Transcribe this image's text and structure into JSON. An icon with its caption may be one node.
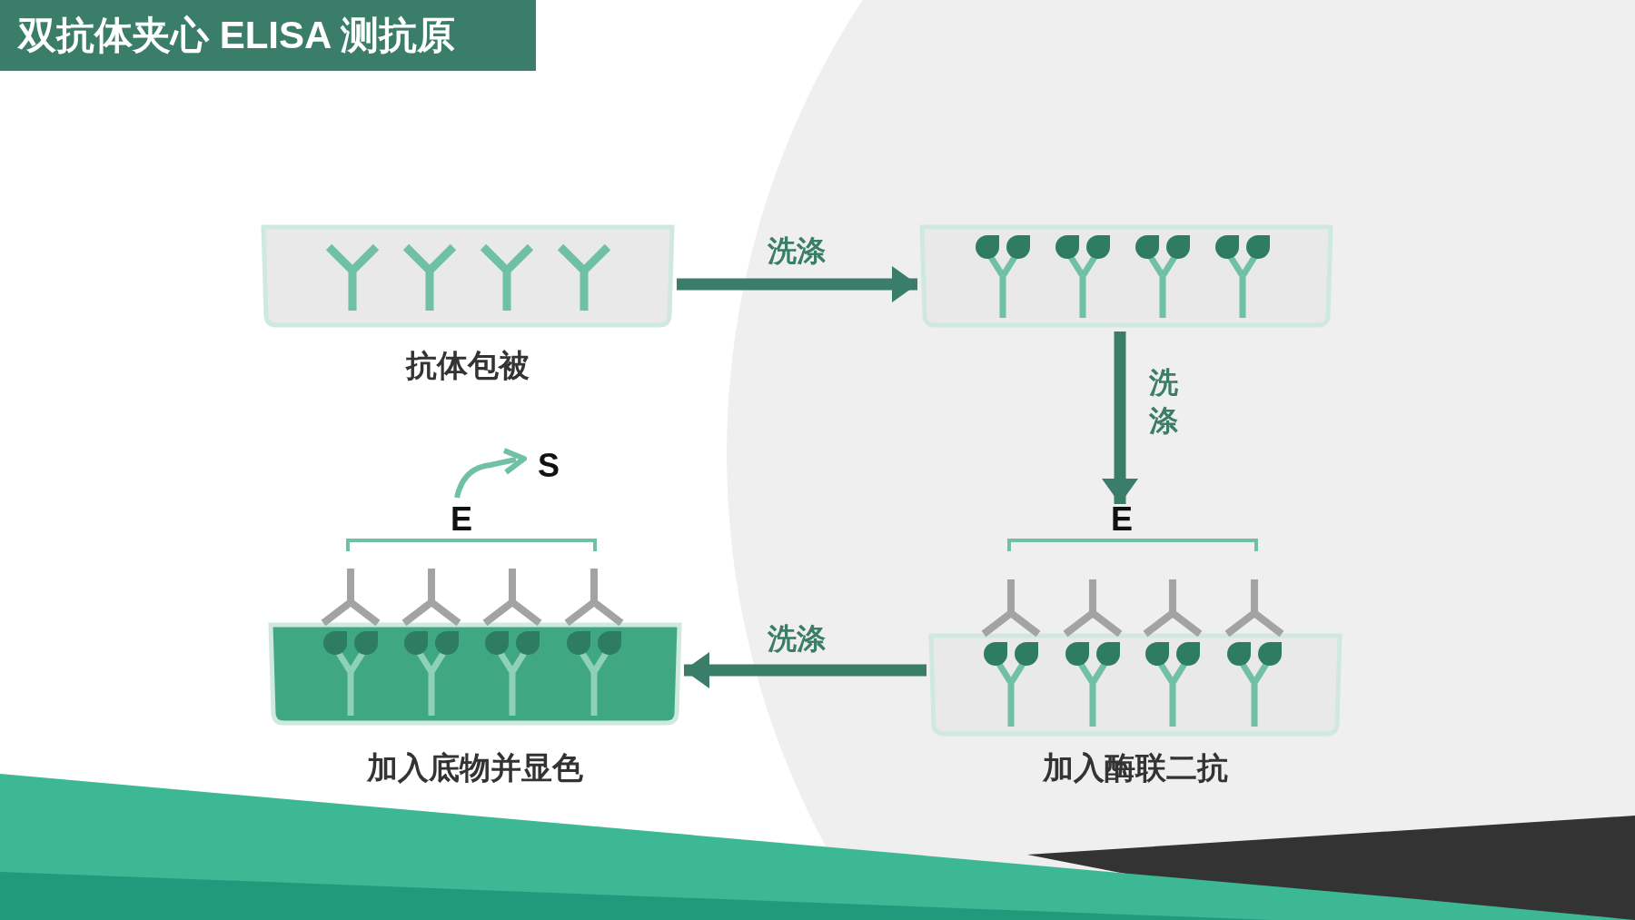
{
  "diagram": {
    "title": "双抗体夹心 ELISA 测抗原",
    "nodes": [
      {
        "text": [
          "抗体包被"
        ]
      },
      {
        "text": [],
        "shape": "picture"
      },
      {
        "text": [
          "加入酶联二抗"
        ]
      },
      {
        "text": [
          "加入底物并显色"
        ]
      }
    ],
    "edges": [
      {
        "from": 0,
        "to": 1,
        "arrow": "to",
        "label": "洗涤"
      },
      {
        "from": 1,
        "to": 2,
        "arrow": "to",
        "label": "洗涤"
      },
      {
        "from": 2,
        "to": 3,
        "arrow": "to",
        "label": "洗涤"
      }
    ],
    "labels": [
      "S",
      "E",
      "E"
    ]
  }
}
